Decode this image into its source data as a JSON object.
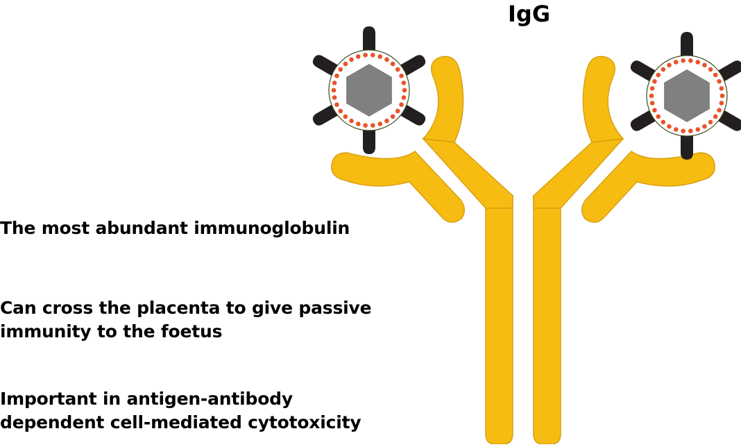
{
  "title": "IgG",
  "facts": [
    {
      "lines": [
        "The most abundant immunoglobulin"
      ]
    },
    {
      "lines": [
        "Can cross the placenta to give passive",
        "immunity to the foetus"
      ]
    },
    {
      "lines": [
        "Important in antigen-antibody",
        "dependent cell-mediated cytotoxicity"
      ]
    }
  ],
  "colors": {
    "antibody": "#F7BC12",
    "antibody_outline": "#D9A010",
    "antigen_spike": "#231F20",
    "antigen_core": "#808080",
    "antigen_dots": "#E8542A",
    "antigen_ring": "#3A4A1E"
  },
  "icons": [
    "antibody-icon",
    "antigen-icon-left",
    "antigen-icon-right"
  ]
}
